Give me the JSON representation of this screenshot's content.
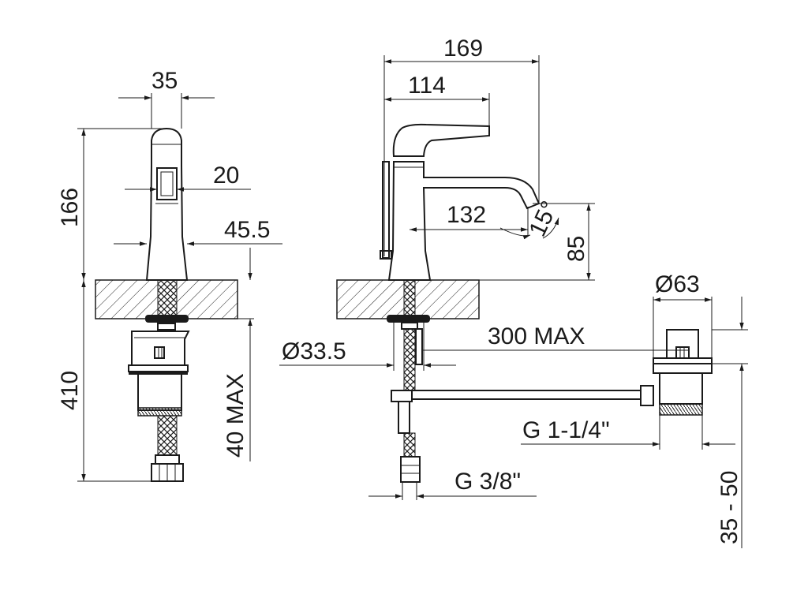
{
  "colors": {
    "line": "#1a1a1a",
    "background": "#ffffff"
  },
  "front_view": {
    "dim_top_width": "35",
    "dim_total_height": "166",
    "dim_handle_width": "20",
    "dim_body_width": "45.5",
    "dim_under_height": "410",
    "dim_max_thickness": "40 MAX"
  },
  "side_view": {
    "dim_depth": "169",
    "dim_handle_depth": "114",
    "dim_spout_reach": "132",
    "dim_spout_angle": "15°",
    "dim_spout_height": "85",
    "dim_shank_diameter": "Ø33.5",
    "dim_rod_length": "300 MAX",
    "dim_waste_diameter": "Ø63",
    "dim_waste_thread": "G 1-1/4\"",
    "dim_hose_thread": "G 3/8\"",
    "dim_waste_range": "35 - 50"
  }
}
